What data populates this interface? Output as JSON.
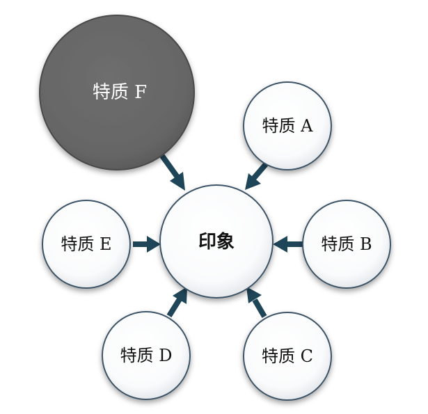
{
  "center": {
    "label": "印象"
  },
  "traits": [
    {
      "id": "A",
      "label": "特质 A",
      "emphasized": false
    },
    {
      "id": "B",
      "label": "特质 B",
      "emphasized": false
    },
    {
      "id": "C",
      "label": "特质 C",
      "emphasized": false
    },
    {
      "id": "D",
      "label": "特质 D",
      "emphasized": false
    },
    {
      "id": "E",
      "label": "特质 E",
      "emphasized": false
    },
    {
      "id": "F",
      "label": "特质 F",
      "emphasized": true
    }
  ],
  "colors": {
    "arrow": "#1f4558",
    "circle_fill": "#ffffff",
    "circle_edge": "#dfe3e8",
    "circle_stroke": "#3d5366",
    "emphasized_fill": "#6b6b6b",
    "emphasized_edge": "#5a5a5a",
    "emphasized_text": "#ffffff",
    "text": "#111111"
  }
}
